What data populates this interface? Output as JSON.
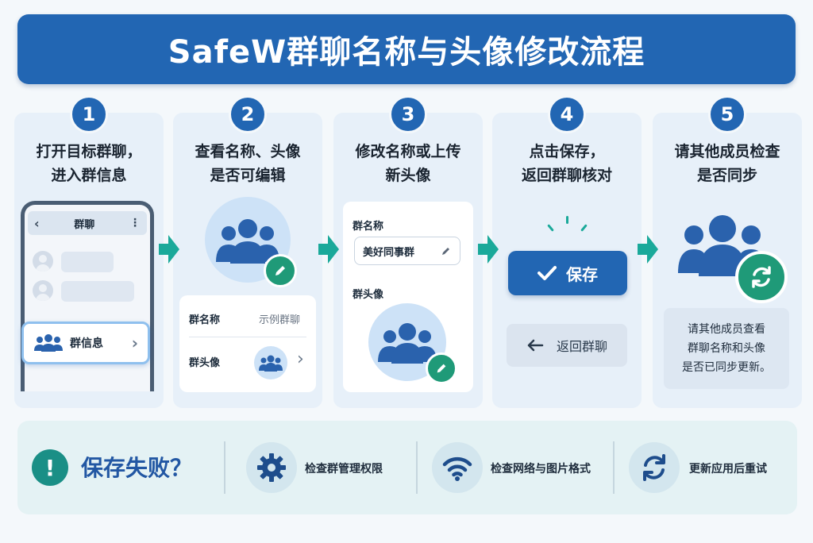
{
  "banner": {
    "title": "SafeW群聊名称与头像修改流程"
  },
  "steps": [
    {
      "num": "1",
      "title_lines": [
        "打开目标群聊，",
        "进入群信息"
      ]
    },
    {
      "num": "2",
      "title_lines": [
        "查看名称、头像",
        "是否可编辑"
      ]
    },
    {
      "num": "3",
      "title_lines": [
        "修改名称或上传",
        "新头像"
      ]
    },
    {
      "num": "4",
      "title_lines": [
        "点击保存，",
        "返回群聊核对"
      ]
    },
    {
      "num": "5",
      "title_lines": [
        "请其他成员检查",
        "是否同步"
      ]
    }
  ],
  "step1": {
    "header_title": "群聊",
    "group_info_label": "群信息"
  },
  "step2": {
    "name_label": "群名称",
    "name_value": "示例群聊",
    "avatar_label": "群头像"
  },
  "step3": {
    "name_label": "群名称",
    "name_value": "美好同事群",
    "avatar_label": "群头像"
  },
  "step4": {
    "save_label": "保存",
    "back_label": "返回群聊"
  },
  "step5": {
    "note_lines": [
      "请其他成员查看",
      "群聊名称和头像",
      "是否已同步更新。"
    ]
  },
  "bottom": {
    "warning": "保存失败？",
    "tips": [
      {
        "icon": "gear-icon",
        "text": "检查群管理权限"
      },
      {
        "icon": "wifi-icon",
        "text": "检查网络与图片格式"
      },
      {
        "icon": "refresh-icon",
        "text": "更新应用后重试"
      }
    ]
  },
  "colors": {
    "primary": "#2266b3",
    "accent_green": "#1f9a78",
    "teal": "#1aa99a"
  }
}
